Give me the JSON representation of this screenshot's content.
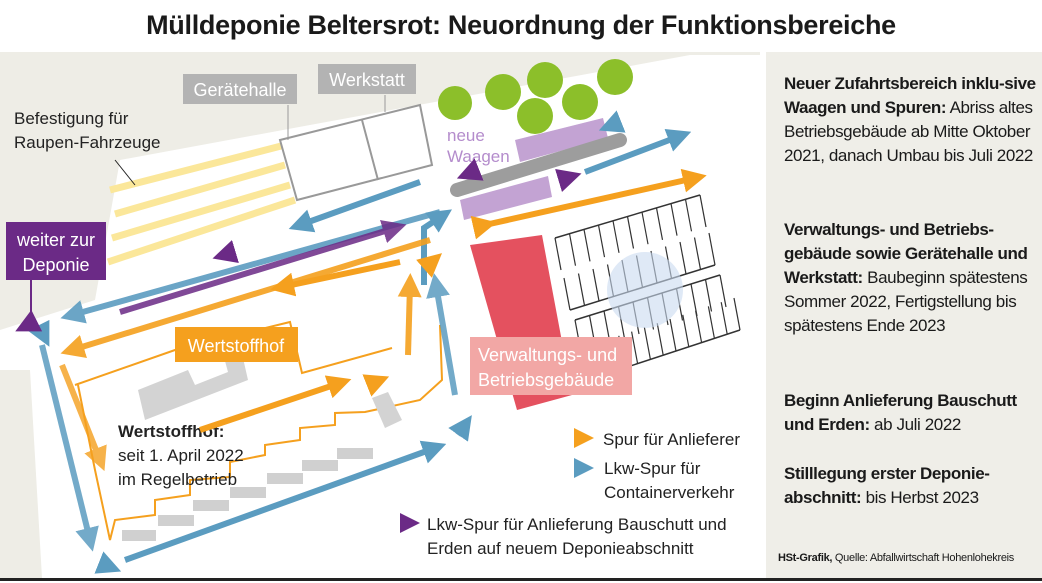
{
  "title": "Mülldeponie Beltersrot: Neuordnung der Funktionsbereiche",
  "map": {
    "labels": {
      "geraetehalle": "Gerätehalle",
      "werkstatt": "Werkstatt",
      "befestigung_line1": "Befestigung für",
      "befestigung_line2": "Raupen-Fahrzeuge",
      "neue_waagen_line1": "neue",
      "neue_waagen_line2": "Waagen",
      "deponie_line1": "weiter zur",
      "deponie_line2": "Deponie",
      "wertstoffhof": "Wertstoffhof",
      "verwaltung_line1": "Verwaltungs- und",
      "verwaltung_line2": "Betriebsgebäude",
      "wertstoffhof_note_title": "Wertstoffhof:",
      "wertstoffhof_note_line1": "seit 1. April 2022",
      "wertstoffhof_note_line2": "im Regelbetrieb"
    },
    "legend": [
      {
        "lines": [
          "Spur für Anlieferer"
        ],
        "color": "#f5a01e"
      },
      {
        "lines": [
          "Lkw-Spur für",
          "Containerverkehr"
        ],
        "color": "#5b9cc0"
      },
      {
        "lines": [
          "Lkw-Spur für Anlieferung Bauschutt und",
          "Erden auf neuem Deponieabschnitt"
        ],
        "color": "#6b2a86"
      }
    ],
    "colors": {
      "orange": "#f5a01e",
      "blue": "#5b9cc0",
      "purple": "#6b2a86",
      "lavender": "#c3a3d3",
      "green": "#8cbf2a",
      "red": "#e4515f",
      "pink": "#f2a7a5",
      "yellow": "#fbe79a",
      "gray": "#b3b3b3"
    }
  },
  "panel": {
    "notes": [
      {
        "bold": "Neuer Zufahrtsbereich inklu-sive Waagen und Spuren:",
        "text": "Abriss altes Betriebsgebäude ab Mitte Oktober 2021, danach Umbau bis Juli 2022"
      },
      {
        "bold": "Verwaltungs- und Betriebs-gebäude sowie Gerätehalle und Werkstatt:",
        "text": "Baubeginn spätestens Sommer 2022, Fertigstellung bis spätestens Ende 2023"
      },
      {
        "bold": "Beginn Anlieferung Bauschutt und Erden:",
        "text": "ab Juli 2022"
      },
      {
        "bold": "Stilllegung erster Deponie-abschnitt:",
        "text": "bis Herbst 2023"
      }
    ],
    "credit_bold": "HSt-Grafik,",
    "credit_text": "Quelle: Abfallwirtschaft Hohenlohekreis"
  }
}
